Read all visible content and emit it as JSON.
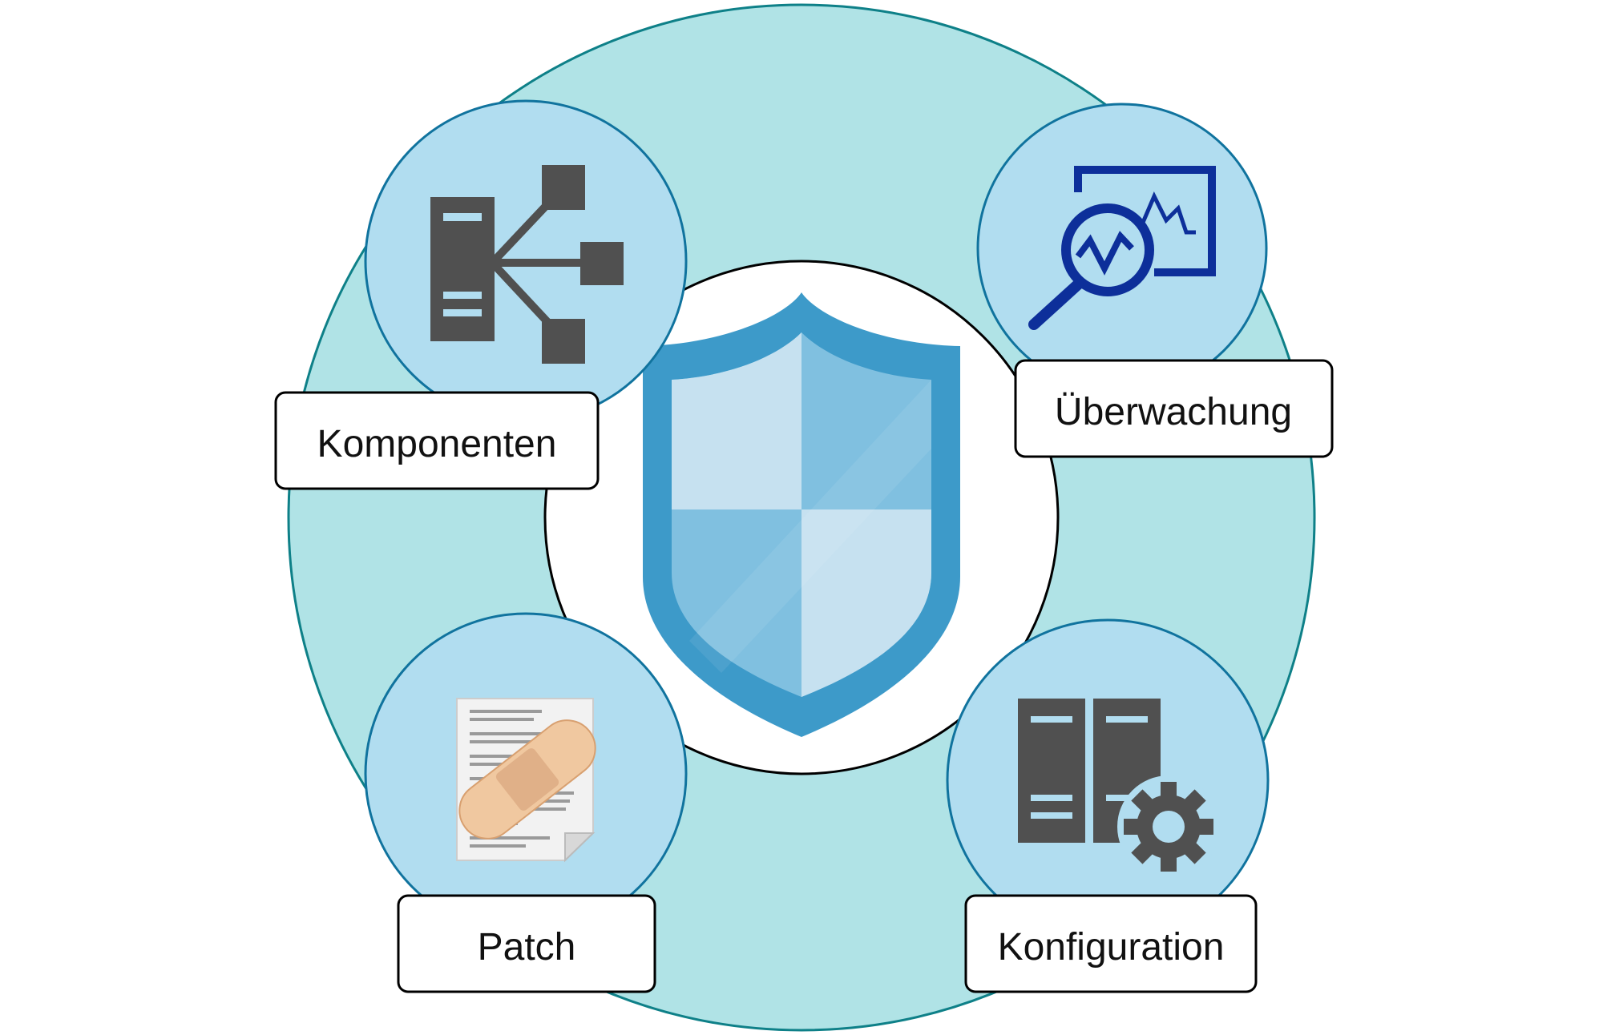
{
  "diagram": {
    "labels": {
      "components": "Komponenten",
      "monitoring": "Überwachung",
      "patch": "Patch",
      "configuration": "Konfiguration"
    },
    "icons": {
      "center": "shield-icon",
      "components": "server-network-icon",
      "monitoring": "chart-magnifier-icon",
      "patch": "patched-document-icon",
      "configuration": "server-gear-icon"
    },
    "colors": {
      "outer_ring": "#b0e3e6",
      "ring_stroke": "#0e8088",
      "node_fill": "#b1ddf0",
      "node_stroke": "#10739e",
      "shield": "#3d9ac9",
      "icon_gray": "#505050",
      "monitor_blue": "#0d2f9a"
    }
  }
}
